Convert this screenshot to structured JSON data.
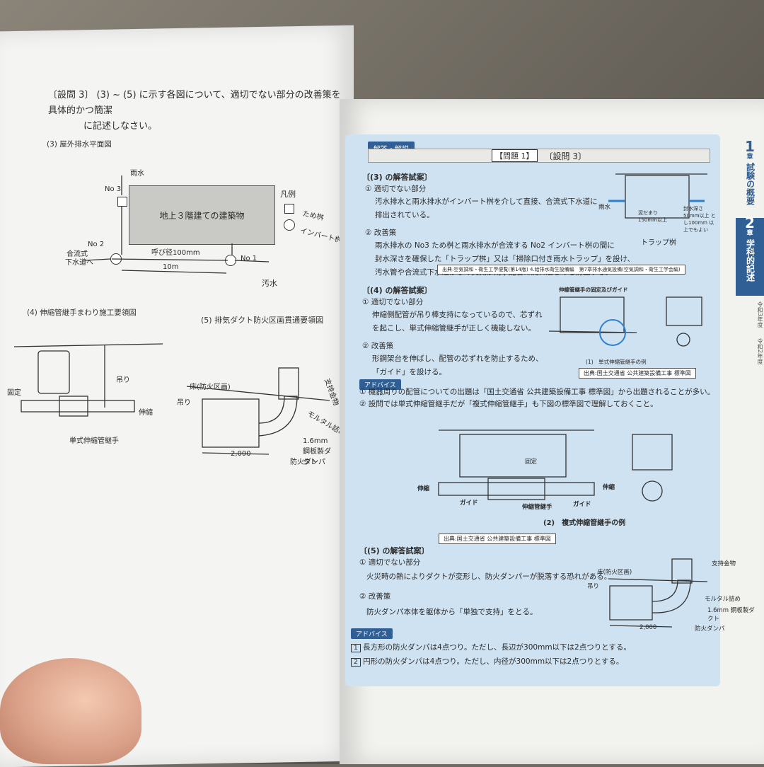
{
  "left": {
    "question_line1": "〔設問 3〕 (3) ~ (5) に示す各図について、適切でない部分の改善策を具体的かつ簡潔",
    "question_line2": "に記述しなさい。",
    "fig3_title": "(3) 屋外排水平面図",
    "rain": "雨水",
    "no3": "No 3",
    "building": "地上３階建ての建築物",
    "legend": "凡例",
    "tame": "ため桝",
    "invert": "インバート桝",
    "no2": "No 2",
    "pipe": "呼び径100mm",
    "no1": "No 1",
    "gouryu": "合流式",
    "gesui": "下水道へ",
    "dist": "10m",
    "osui": "汚水",
    "fig4_title": "(4) 伸縮管継手まわり施工要領図",
    "fig5_title": "(5) 排気ダクト防火区画貫通要領図",
    "tsuri": "吊り",
    "kotei": "固定",
    "shinshuku": "伸縮",
    "tanshiki": "単式伸縮管継手",
    "yuka": "床(防火区画)",
    "tsuri5": "吊り",
    "shiji": "支持金物",
    "morutaru": "モルタル詰め",
    "kouhan": "1.6mm 鋼板製ダクト",
    "bouka": "防火ダンパ",
    "dim": "2,000"
  },
  "right": {
    "tag": "解答・解説",
    "title_q": "【問題 1】",
    "title_s": "〔設問 3〕",
    "s3": "〔(3) の解答試案〕",
    "s3_1": "① 適切でない部分",
    "s3_1a": "汚水排水と雨水排水がインバート桝を介して直接、合流式下水道に",
    "s3_1b": "排出されている。",
    "s3_2": "② 改善策",
    "s3_2a": "雨水排水の No3 ため桝と雨水排水が合流する No2 インバート桝の間に",
    "s3_2b": "封水深さを確保した「トラップ桝」又は「掃除口付き雨水トラップ」を設け、",
    "s3_2c": "汚水管や合流式下水道からの臭気が雨水配管に流れ込むのを防止する。",
    "trap_rain": "雨水",
    "trap_seal": "封水深さ 50mm以上 とし100mm 以上でもよい",
    "trap_mud": "泥だまり 150mm以上",
    "trap_cap": "トラップ桝",
    "src1": "出典:空気調和・衛生工学便覧(第14版) 4.給排水衛生設備編　第7章排水通気設備(空気調和・衛生工学会編)",
    "s4": "〔(4) の解答試案〕",
    "s4_1": "① 適切でない部分",
    "s4_1a": "伸縮側配管が吊り棒支持になっているので、芯ずれ",
    "s4_1b": "を起こし、単式伸縮管継手が正しく機能しない。",
    "s4_2": "② 改善策",
    "s4_2a": "形鋼架台を伸ばし、配管の芯ずれを防止するため、",
    "s4_2b": "「ガイド」を設ける。",
    "fig_guide_title": "伸縮管継手の固定及びガイド",
    "fig_guide_cap": "(1)　単式伸縮管継手の例",
    "src2": "出典:国土交通省 公共建築設備工事 標準図",
    "advice": "アドバイス",
    "adv1": "① 機器周りの配管についての出題は「国土交通省 公共建築設備工事 標準図」から出題されることが多い。",
    "adv2": "② 設問では単式伸縮管継手だが「複式伸縮管継手」も下図の標準図で理解しておくこと。",
    "fig2_kotei": "固定",
    "fig2_shinshuku": "伸縮",
    "fig2_guide": "ガイド",
    "fig2_joint": "伸縮管継手",
    "fig2_cap": "(2)　複式伸縮管継手の例",
    "src3": "出典:国土交通省 公共建築設備工事 標準図",
    "s5": "〔(5) の解答試案〕",
    "s5_1": "① 適切でない部分",
    "s5_1a": "火災時の熱によりダクトが変形し、防火ダンパーが脱落する恐れがある。",
    "s5_2": "② 改善策",
    "s5_2a": "防火ダンパ本体を躯体から「単独で支持」をとる。",
    "f5_shiji": "支持金物",
    "f5_yuka": "床(防火区画)",
    "f5_tsuri": "吊り",
    "f5_mortar": "モルタル詰め",
    "f5_kouhan": "1.6mm 鋼板製ダクト",
    "f5_dim": "2,000",
    "f5_damper": "防火ダンパ",
    "advice2": "アドバイス",
    "adv3": "長方形の防火ダンパは4点つり。ただし、長辺が300mm以下は2点つりとする。",
    "adv4": "円形の防火ダンパは4点つり。ただし、内径が300mm以下は2点つりとする。",
    "n1": "1",
    "n2": "2"
  },
  "side": {
    "ch1_num": "1",
    "ch1_unit": "章",
    "ch1_title": "試験の概要",
    "ch2_num": "2",
    "ch2_unit": "章",
    "ch2_title": "学科的記述",
    "yr1": "令和3年度",
    "yr2": "令和2年度"
  }
}
